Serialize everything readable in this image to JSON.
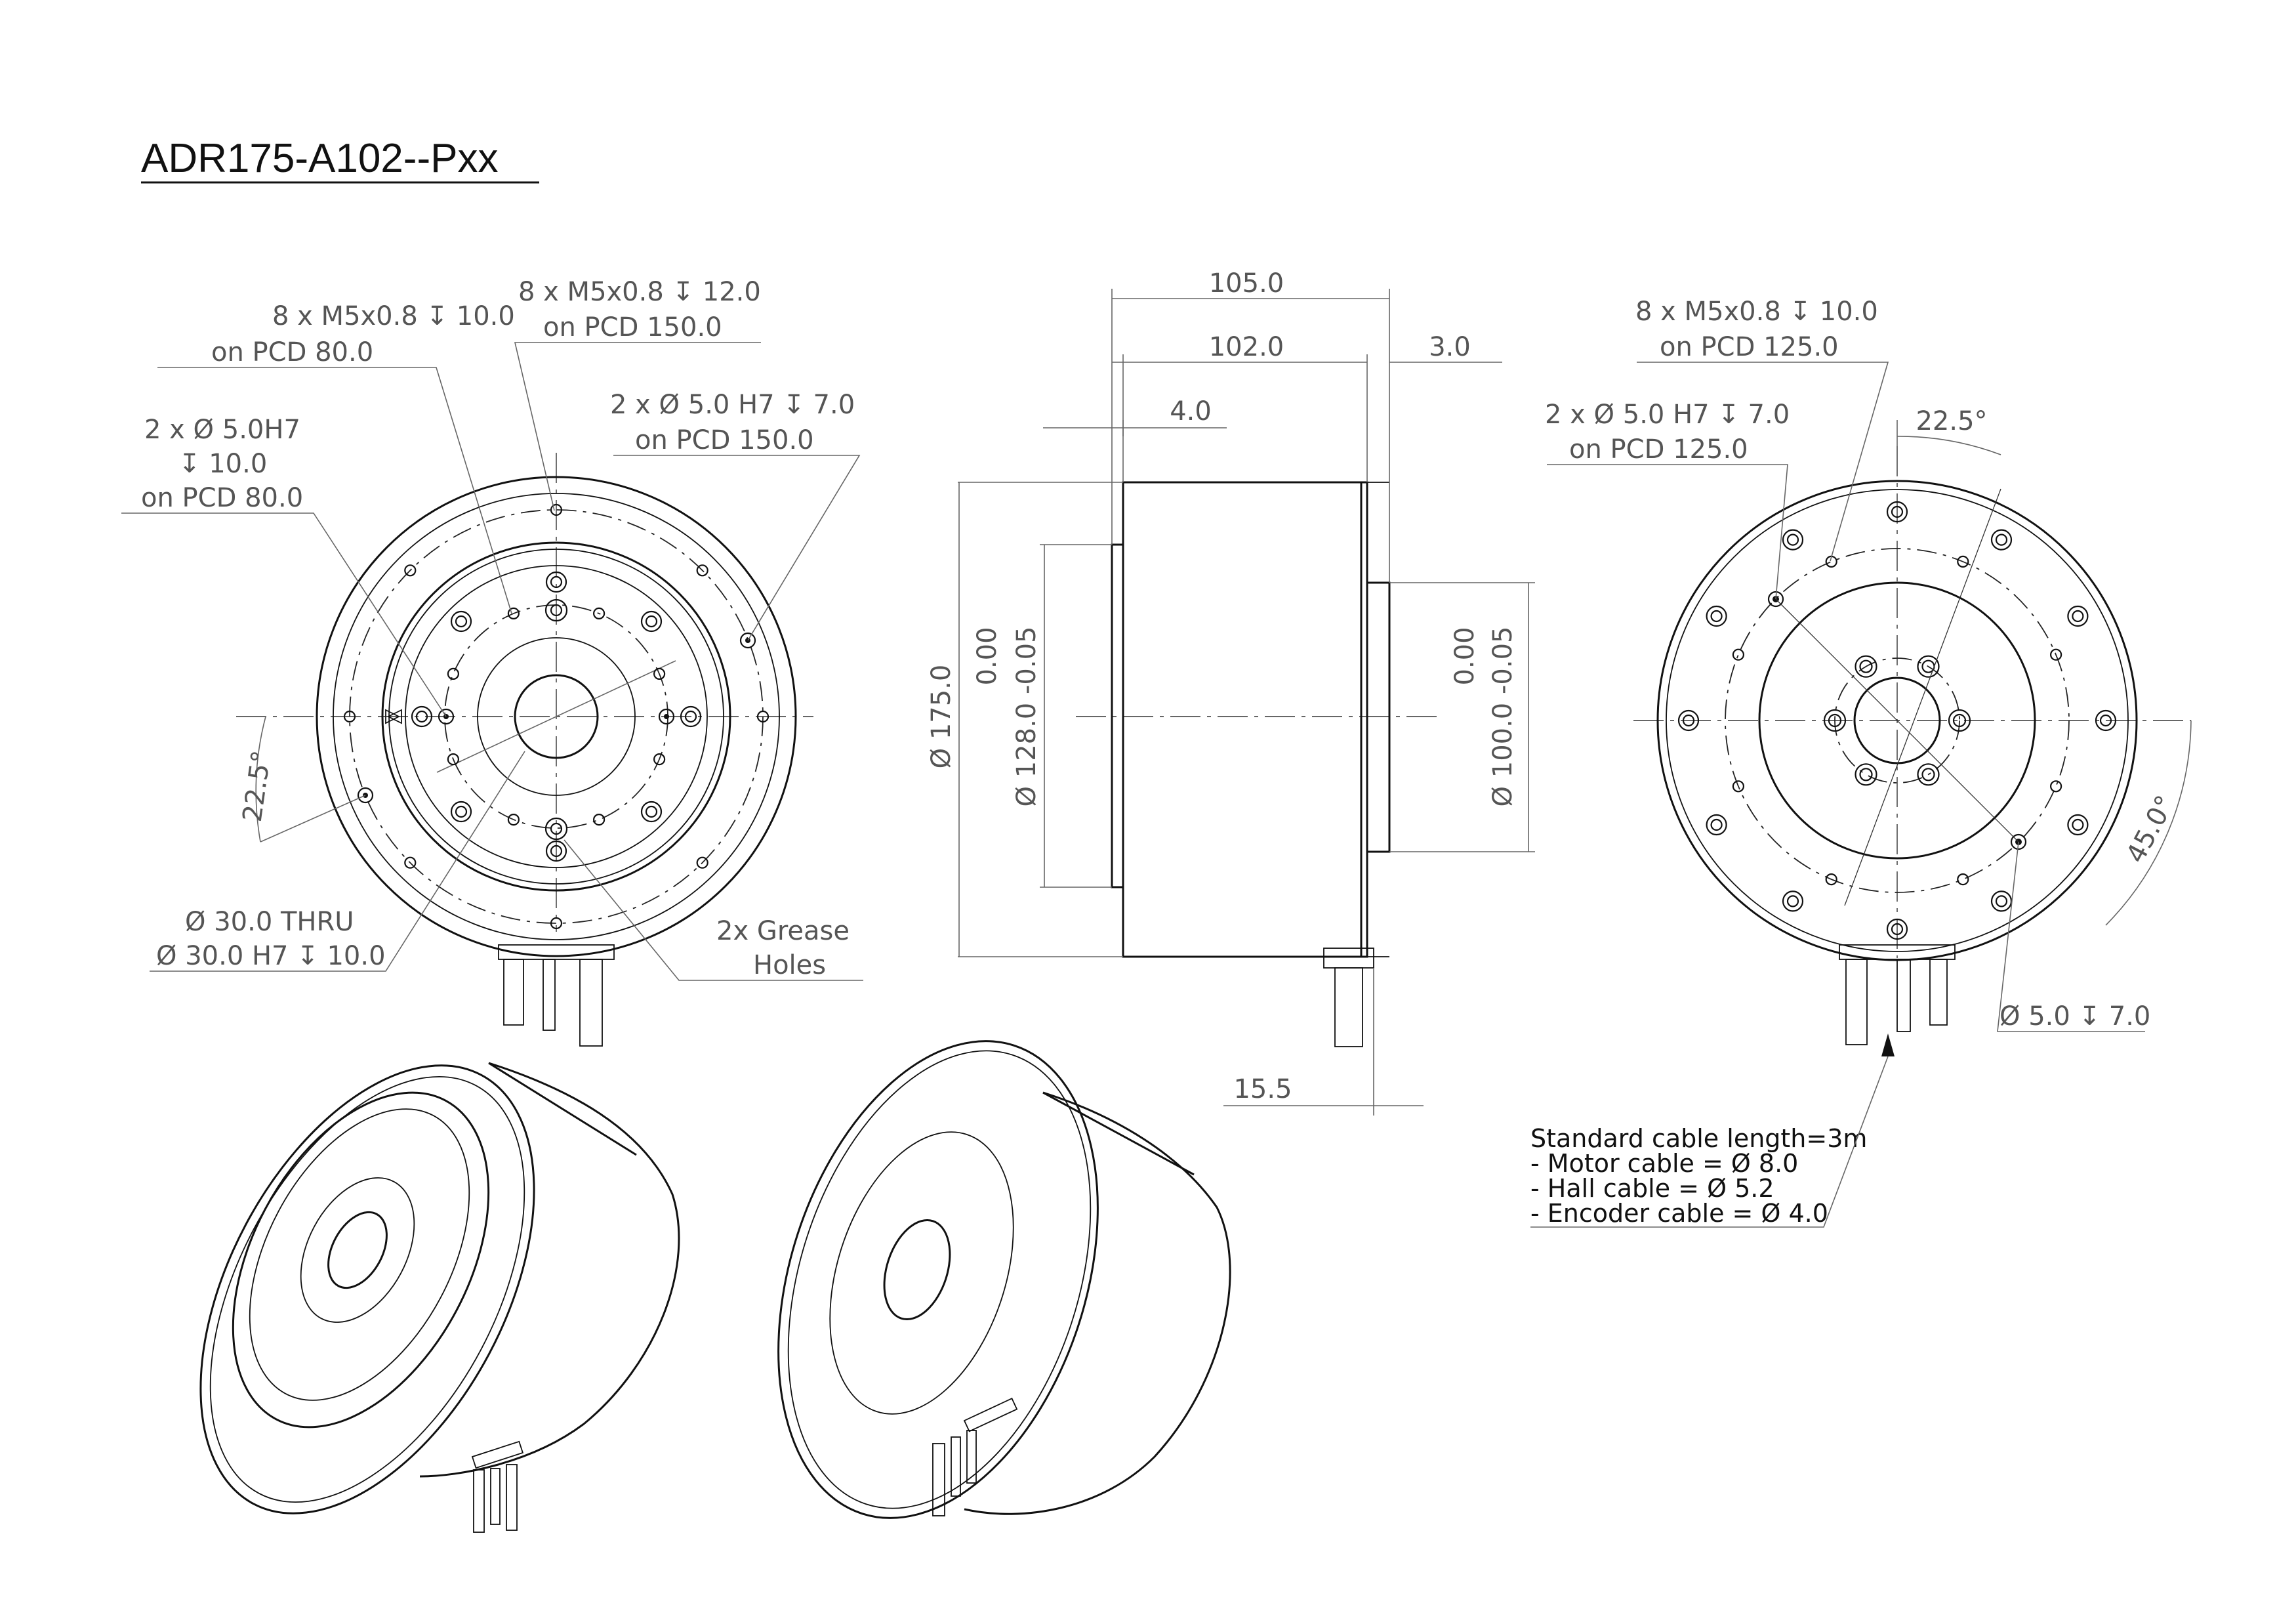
{
  "drawing": {
    "title": "ADR175-A102--Pxx",
    "front_view": {
      "callouts": {
        "tapped_pcd80_line1": "8 x M5x0.8 ↧ 10.0",
        "tapped_pcd80_line2": "on PCD 80.0",
        "tapped_pcd150_line1": "8 x M5x0.8 ↧ 12.0",
        "tapped_pcd150_line2": "on PCD 150.0",
        "pin_pcd80_line1": "2 x Ø 5.0H7",
        "pin_pcd80_line2": "↧ 10.0",
        "pin_pcd80_line3": "on PCD 80.0",
        "pin_pcd150_line1": "2 x Ø 5.0 H7 ↧ 7.0",
        "pin_pcd150_line2": "on PCD 150.0",
        "thru_bore_line1": "Ø 30.0 THRU",
        "thru_bore_line2": "Ø 30.0 H7 ↧ 10.0",
        "grease_line1": "2x Grease",
        "grease_line2": "Holes",
        "angle": "22.5°"
      }
    },
    "side_view": {
      "dims": {
        "overall_length": "105.0",
        "body_length": "102.0",
        "flange_offset": "3.0",
        "spigot_length": "4.0",
        "cable_offset": "15.5",
        "outer_diameter": "Ø 175.0",
        "left_spigot_diameter": "Ø 128.0 -0.05",
        "left_spigot_upper_tol": "0.00",
        "right_spigot_diameter": "Ø 100.0 -0.05",
        "right_spigot_upper_tol": "0.00"
      }
    },
    "rear_view": {
      "callouts": {
        "tapped_pcd125_line1": "8 x M5x0.8 ↧ 10.0",
        "tapped_pcd125_line2": "on PCD 125.0",
        "pin_pcd125_line1": "2 x Ø 5.0 H7 ↧ 7.0",
        "pin_pcd125_line2": "on PCD 125.0",
        "angle_top": "22.5°",
        "angle_right": "45.0°",
        "pin_hole": "Ø 5.0 ↧ 7.0"
      }
    },
    "cable_note": {
      "line1": "Standard cable length=3m",
      "line2": "- Motor cable = Ø 8.0",
      "line3": "- Hall cable = Ø 5.2",
      "line4": "- Encoder cable = Ø 4.0"
    }
  }
}
